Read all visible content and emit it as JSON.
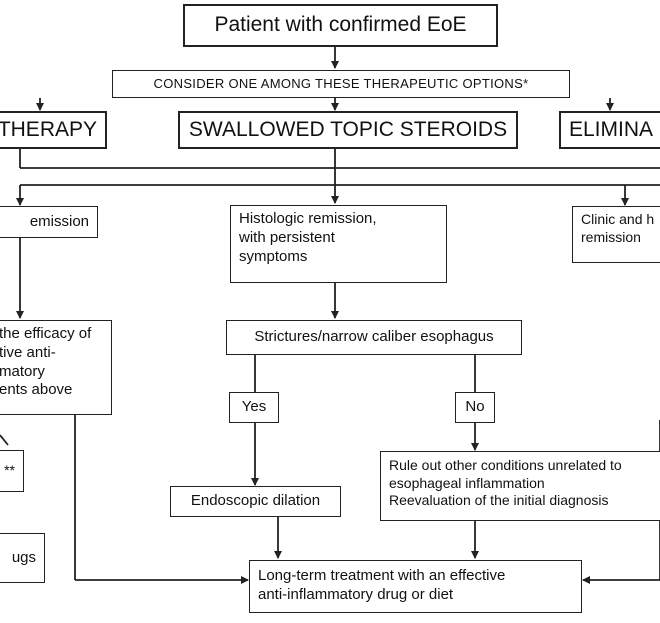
{
  "diagram": {
    "title": "Patient with confirmed EoE",
    "consider": "CONSIDER ONE AMONG THESE THERAPEUTIC OPTIONS*",
    "options": {
      "left": "THERAPY",
      "center": "SWALLOWED TOPIC STEROIDS",
      "right": "ELIMINA"
    },
    "left_column": {
      "remission": "emission",
      "efficacy": [
        "the efficacy of",
        "tive anti-",
        "matory",
        "ents above"
      ],
      "small_box": "**",
      "drugs_box": "ugs"
    },
    "center_column": {
      "histologic": [
        "Histologic remission,",
        "with persistent",
        "symptoms"
      ],
      "strictures": "Strictures/narrow caliber esophagus",
      "yes": "Yes",
      "no": "No",
      "dilation": "Endoscopic dilation",
      "rule_out": [
        "Rule out other conditions unrelated to",
        "esophageal inflammation",
        "Reevaluation of the initial diagnosis"
      ],
      "long_term": [
        "Long-term treatment with an effective",
        "anti-inflammatory  drug or diet"
      ]
    },
    "right_column": {
      "clinic": [
        "Clinic and h",
        "remission"
      ]
    }
  }
}
